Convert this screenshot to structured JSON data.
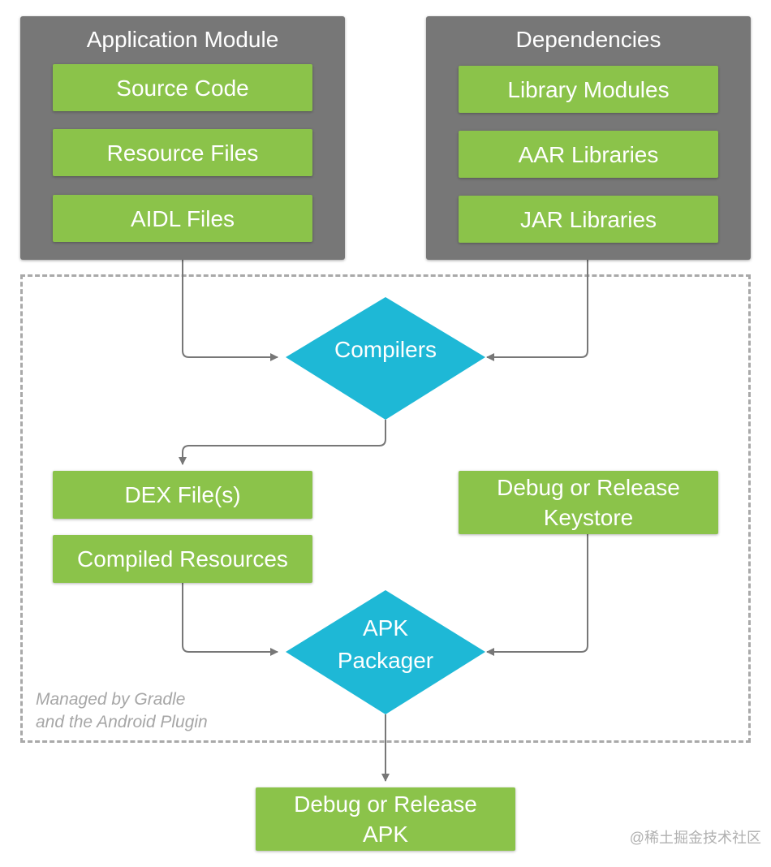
{
  "application_module": {
    "title": "Application Module",
    "items": [
      "Source Code",
      "Resource Files",
      "AIDL Files"
    ]
  },
  "dependencies": {
    "title": "Dependencies",
    "items": [
      "Library Modules",
      "AAR Libraries",
      "JAR Libraries"
    ]
  },
  "compilers": {
    "label": "Compilers"
  },
  "outputs": {
    "dex": "DEX File(s)",
    "compiled_resources": "Compiled Resources"
  },
  "keystore": {
    "line1": "Debug or Release",
    "line2": "Keystore"
  },
  "packager": {
    "line1": "APK",
    "line2": "Packager"
  },
  "final_apk": {
    "line1": "Debug or Release",
    "line2": "APK"
  },
  "managed_note": {
    "line1": "Managed by Gradle",
    "line2": "and the Android Plugin"
  },
  "watermark": "@稀土掘金技术社区",
  "colors": {
    "panel": "#777777",
    "box": "#8bc34a",
    "diamond": "#1eb8d6",
    "connector": "#777777",
    "dashed_border": "#a9a9a9"
  }
}
